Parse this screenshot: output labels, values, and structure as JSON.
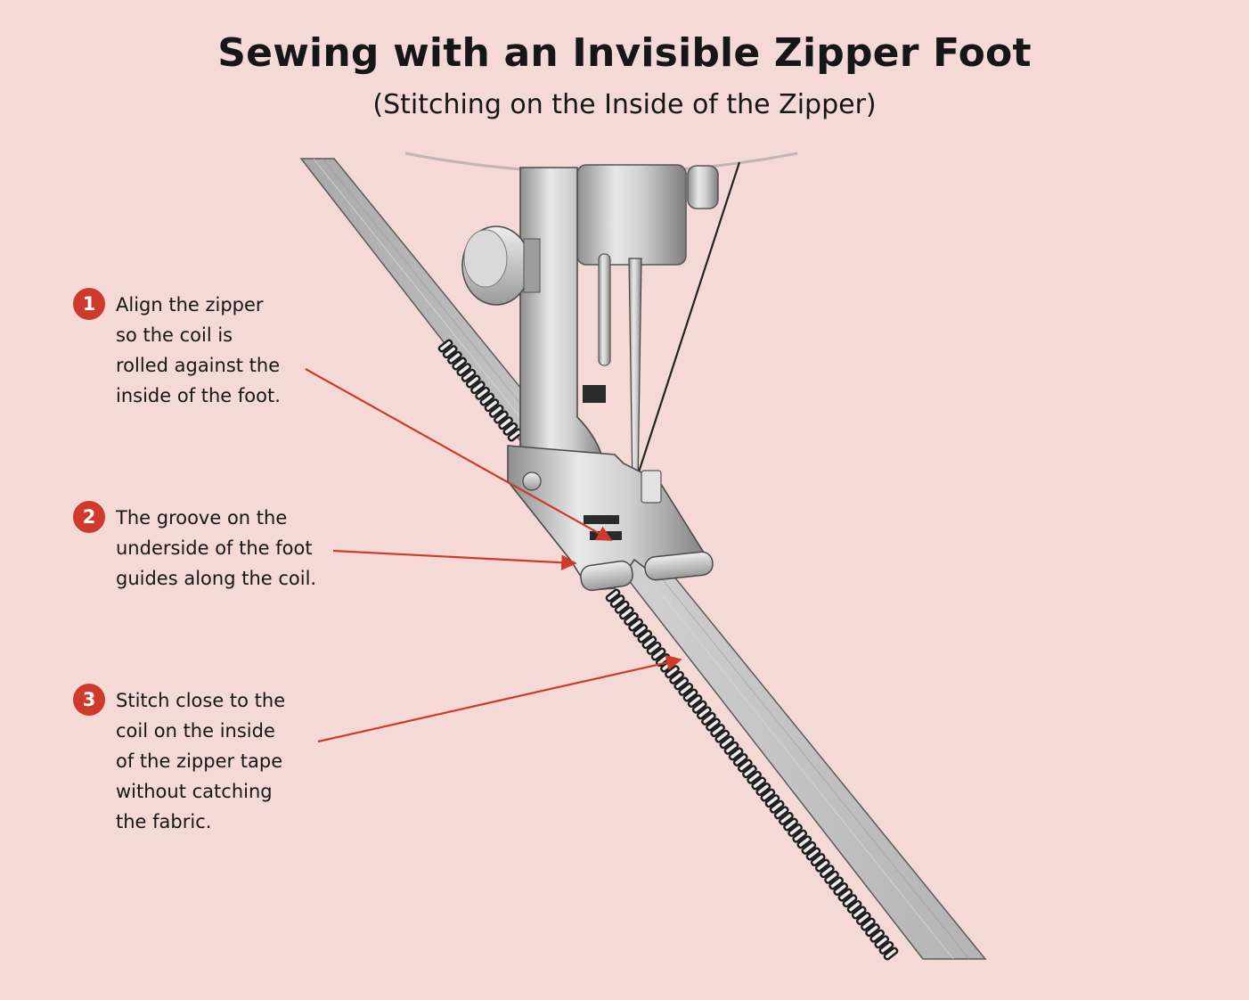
{
  "title": "Sewing with an Invisible Zipper Foot",
  "subtitle": "(Stitching on the Inside of the Zipper)",
  "steps": [
    {
      "number": "1",
      "text": "Align the zipper\nso the coil is\nrolled against the\ninside of the foot."
    },
    {
      "number": "2",
      "text": "The groove on the\nunderside of the foot\nguides along the coil."
    },
    {
      "number": "3",
      "text": "Stitch close to the\ncoil on the inside\nof the zipper tape\nwithout catching\nthe fabric."
    }
  ],
  "colors": {
    "background": "#f4d9d7",
    "accent": "#cf3a2a",
    "metal": "#c9c9c9",
    "zipper_tape": "#bdbdbd",
    "coil": "#1c1c1c"
  }
}
